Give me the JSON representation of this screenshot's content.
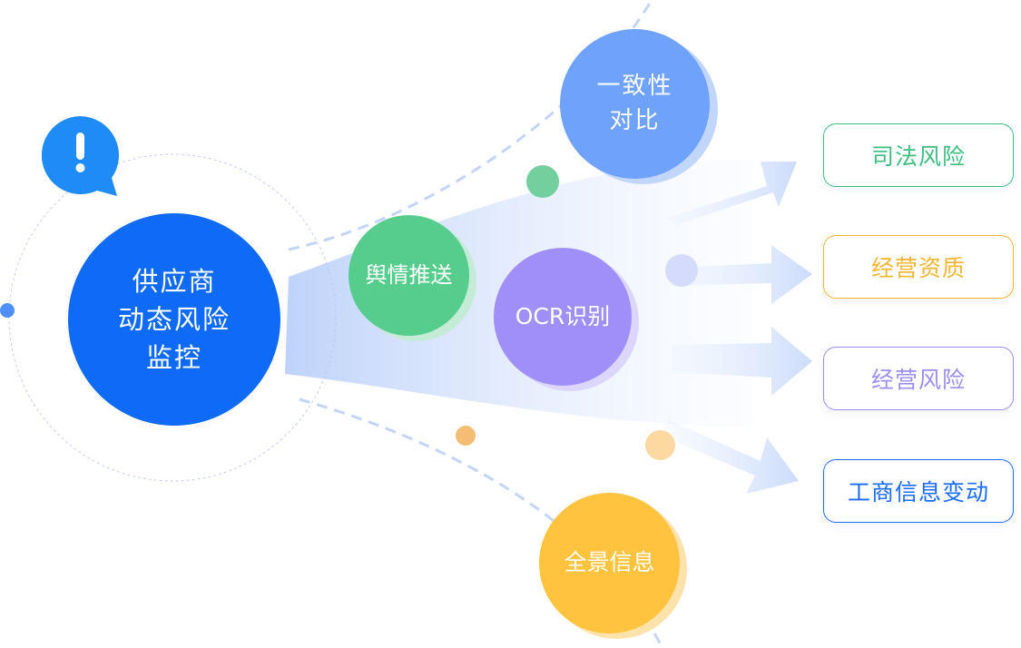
{
  "center": {
    "label": "供应商\n动态风险\n监控"
  },
  "nodes": {
    "consistency": "一致性\n对比",
    "sentiment": "舆情推送",
    "ocr": "OCR识别",
    "panorama": "全景信息"
  },
  "outputs": [
    {
      "label": "司法风险",
      "color": "#3cbf7e"
    },
    {
      "label": "经营资质",
      "color": "#f5b52f"
    },
    {
      "label": "经营风险",
      "color": "#9b8ef5"
    },
    {
      "label": "工商信息变动",
      "color": "#1a6cf5"
    }
  ],
  "colors": {
    "primary": "#0f6bf5",
    "consistency": "#6ea2fb",
    "sentiment": "#56cd8d",
    "ocr": "#a08ff7",
    "panorama": "#ffc33e"
  },
  "icons": {
    "alert": "exclamation-bubble-icon"
  }
}
